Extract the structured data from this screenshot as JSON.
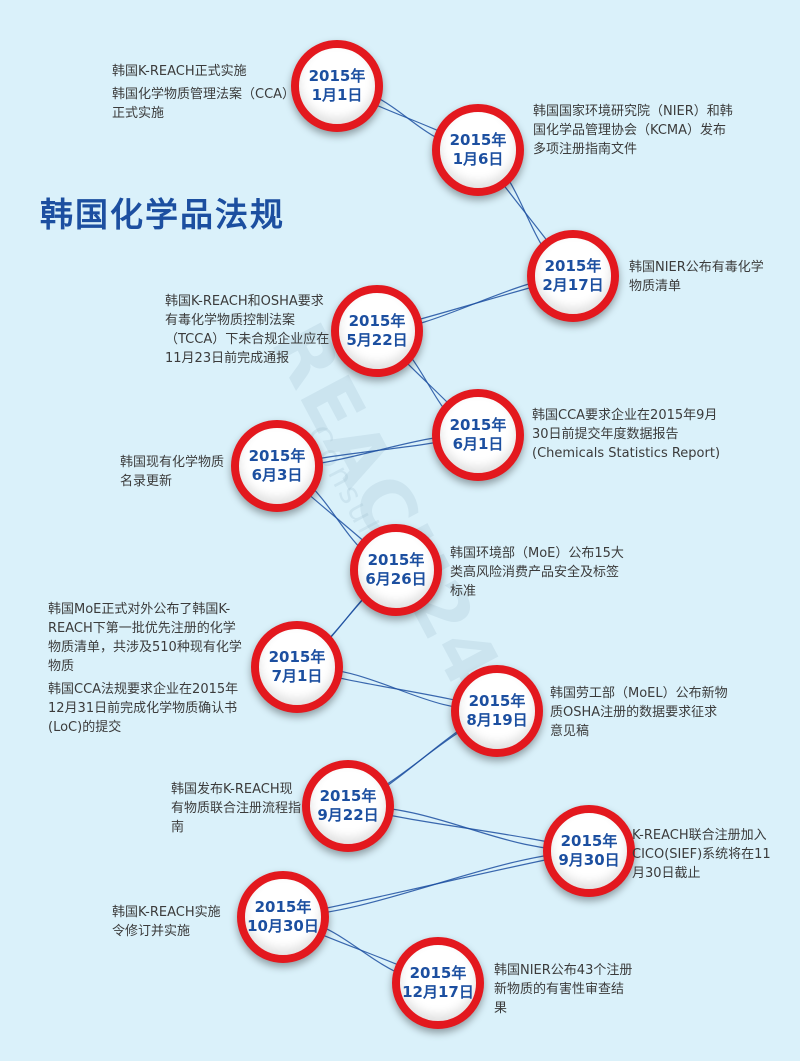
{
  "title": "韩国化学品法规",
  "watermark": "REACH24H",
  "watermark_sub": "Consulting",
  "colors": {
    "ring": "#e3181e",
    "date_text": "#1c4fa0",
    "title": "#1c4fa0",
    "background": "#daf1fa",
    "line": "#1c4fa0"
  },
  "events": [
    {
      "year": "2015年",
      "date": "1月1日",
      "desc": [
        "韩国K-REACH正式实施",
        "韩国化学物质管理法案（CCA）正式实施"
      ]
    },
    {
      "year": "2015年",
      "date": "1月6日",
      "desc": [
        "韩国国家环境研究院（NIER）和韩国化学品管理协会（KCMA）发布多项注册指南文件"
      ]
    },
    {
      "year": "2015年",
      "date": "2月17日",
      "desc": [
        "韩国NIER公布有毒化学物质清单"
      ]
    },
    {
      "year": "2015年",
      "date": "5月22日",
      "desc": [
        "韩国K-REACH和OSHA要求有毒化学物质控制法案（TCCA）下未合规企业应在11月23日前完成通报"
      ]
    },
    {
      "year": "2015年",
      "date": "6月1日",
      "desc": [
        "韩国CCA要求企业在2015年9月30日前提交年度数据报告(Chemicals Statistics Report)"
      ]
    },
    {
      "year": "2015年",
      "date": "6月3日",
      "desc": [
        "韩国现有化学物质名录更新"
      ]
    },
    {
      "year": "2015年",
      "date": "6月26日",
      "desc": [
        "韩国环境部（MoE）公布15大类高风险消费产品安全及标签标准"
      ]
    },
    {
      "year": "2015年",
      "date": "7月1日",
      "desc": [
        "韩国MoE正式对外公布了韩国K-REACH下第一批优先注册的化学物质清单，共涉及510种现有化学物质",
        "韩国CCA法规要求企业在2015年12月31日前完成化学物质确认书(LoC)的提交"
      ]
    },
    {
      "year": "2015年",
      "date": "8月19日",
      "desc": [
        "韩国劳工部（MoEL）公布新物质OSHA注册的数据要求征求意见稿"
      ]
    },
    {
      "year": "2015年",
      "date": "9月22日",
      "desc": [
        "韩国发布K-REACH现有物质联合注册流程指南"
      ]
    },
    {
      "year": "2015年",
      "date": "9月30日",
      "desc": [
        "K-REACH联合注册加入CICO(SIEF)系统将在11月30日截止"
      ]
    },
    {
      "year": "2015年",
      "date": "10月30日",
      "desc": [
        "韩国K-REACH实施令修订并实施"
      ]
    },
    {
      "year": "2015年",
      "date": "12月17日",
      "desc": [
        "韩国NIER公布43个注册新物质的有害性审查结果"
      ]
    }
  ]
}
